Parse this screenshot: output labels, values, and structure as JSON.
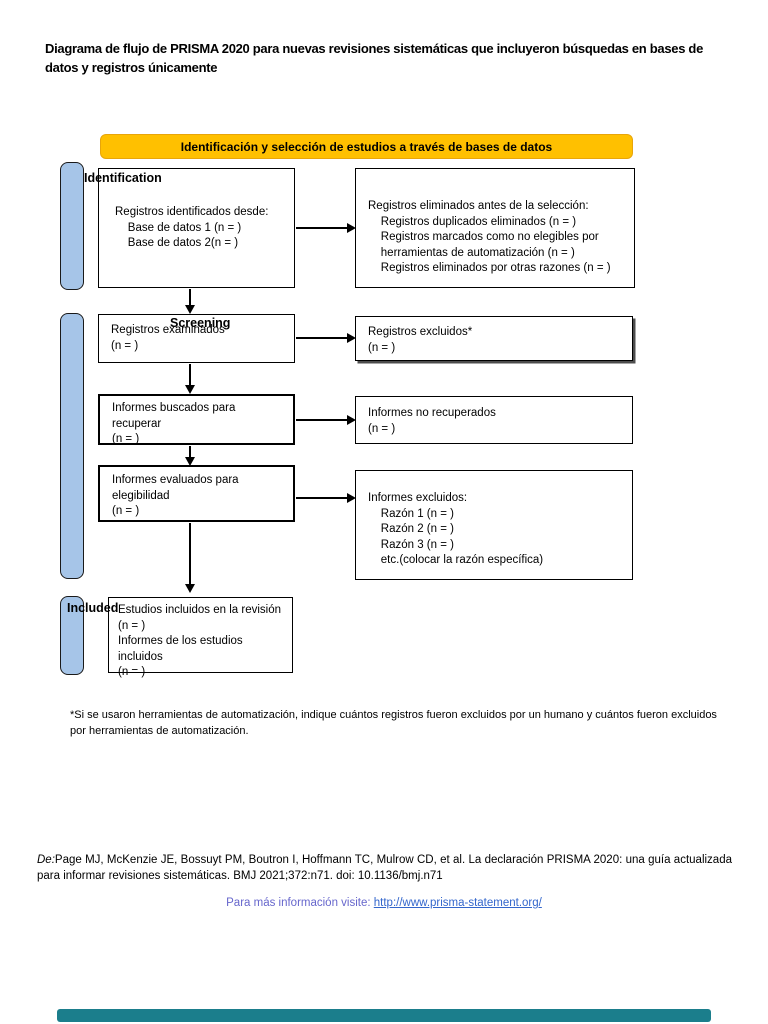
{
  "page": {
    "title": "Diagrama de flujo de PRISMA 2020 para nuevas revisiones sistemáticas que incluyeron búsquedas en bases de datos y registros únicamente"
  },
  "banner": {
    "label": "Identificación y selección de estudios a través de bases de datos"
  },
  "stages": {
    "identification": "Identification",
    "screening": "Screening",
    "included": "Included"
  },
  "boxes": {
    "identified": {
      "lines": [
        "Registros identificados desde:",
        "    Base de datos 1 (n = )",
        "    Base de datos 2(n = )"
      ]
    },
    "removed": {
      "lines": [
        "Registros eliminados antes de la selección:",
        "    Registros duplicados eliminados (n = )",
        "    Registros marcados como no elegibles por",
        "    herramientas de automatización (n = )",
        "    Registros eliminados por otras razones (n = )"
      ]
    },
    "screened": {
      "lines": [
        "Registros examinados",
        "(n = )"
      ]
    },
    "records_excluded": {
      "lines": [
        "Registros excluidos*",
        "(n = )"
      ]
    },
    "sought": {
      "lines": [
        "Informes buscados para",
        "recuperar",
        "(n = )"
      ]
    },
    "not_retrieved": {
      "lines": [
        "Informes no recuperados",
        "(n = )"
      ]
    },
    "assessed": {
      "lines": [
        "Informes evaluados para",
        "elegibilidad",
        "(n = )"
      ]
    },
    "reports_excluded": {
      "lines": [
        "Informes excluidos:",
        "    Razón 1 (n = )",
        "    Razón 2 (n = )",
        "    Razón 3 (n = )",
        "    etc.(colocar la razón específica)"
      ]
    },
    "included_studies": {
      "lines": [
        "Estudios incluidos en la revisión",
        "(n = )",
        "Informes de los estudios",
        "incluidos",
        "(n = )"
      ]
    }
  },
  "footnote": "*Si se usaron herramientas de automatización, indique cuántos registros fueron excluidos por un humano y cuántos fueron excluidos por herramientas de automatización.",
  "citation": {
    "prefix": "De:",
    "text": "Page MJ, McKenzie JE, Bossuyt PM, Boutron I, Hoffmann TC, Mulrow CD, et al. La declaración PRISMA 2020: una guía actualizada para informar revisiones sistemáticas. BMJ 2021;372:n71. doi: 10.1136/bmj.n71"
  },
  "more_info": {
    "label": "Para más información visite: ",
    "url": "http://www.prisma-statement.org/"
  },
  "colors": {
    "banner-fill": "#FFC000",
    "banner-border": "#E8A50A",
    "stage-bar-fill": "#A6C5E8",
    "link-label": "#6666CC",
    "link-url": "#3366CC",
    "progress-bar": "#1B7E8C"
  }
}
